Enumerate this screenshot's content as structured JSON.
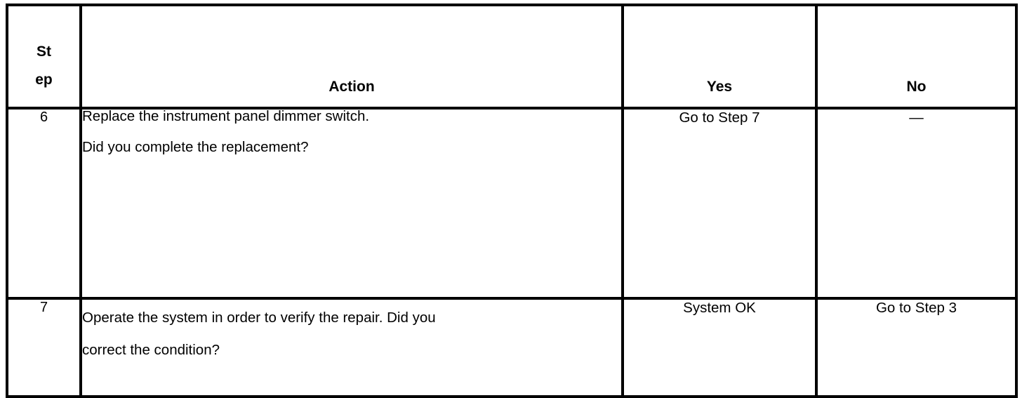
{
  "table": {
    "headers": {
      "step_line1": "St",
      "step_line2": "ep",
      "action": "Action",
      "yes": "Yes",
      "no": "No"
    },
    "rows": [
      {
        "step": "6",
        "action_line1": "Replace the instrument panel dimmer switch.",
        "action_line2": "Did you complete the replacement?",
        "yes": "Go to Step 7",
        "no": "—"
      },
      {
        "step": "7",
        "action_line1": "Operate the system in order to verify the repair. Did you",
        "action_line2": "correct the condition?",
        "yes": "System OK",
        "no": "Go to Step 3"
      }
    ]
  },
  "colors": {
    "border": "#000000",
    "text": "#000000",
    "background": "#ffffff"
  }
}
